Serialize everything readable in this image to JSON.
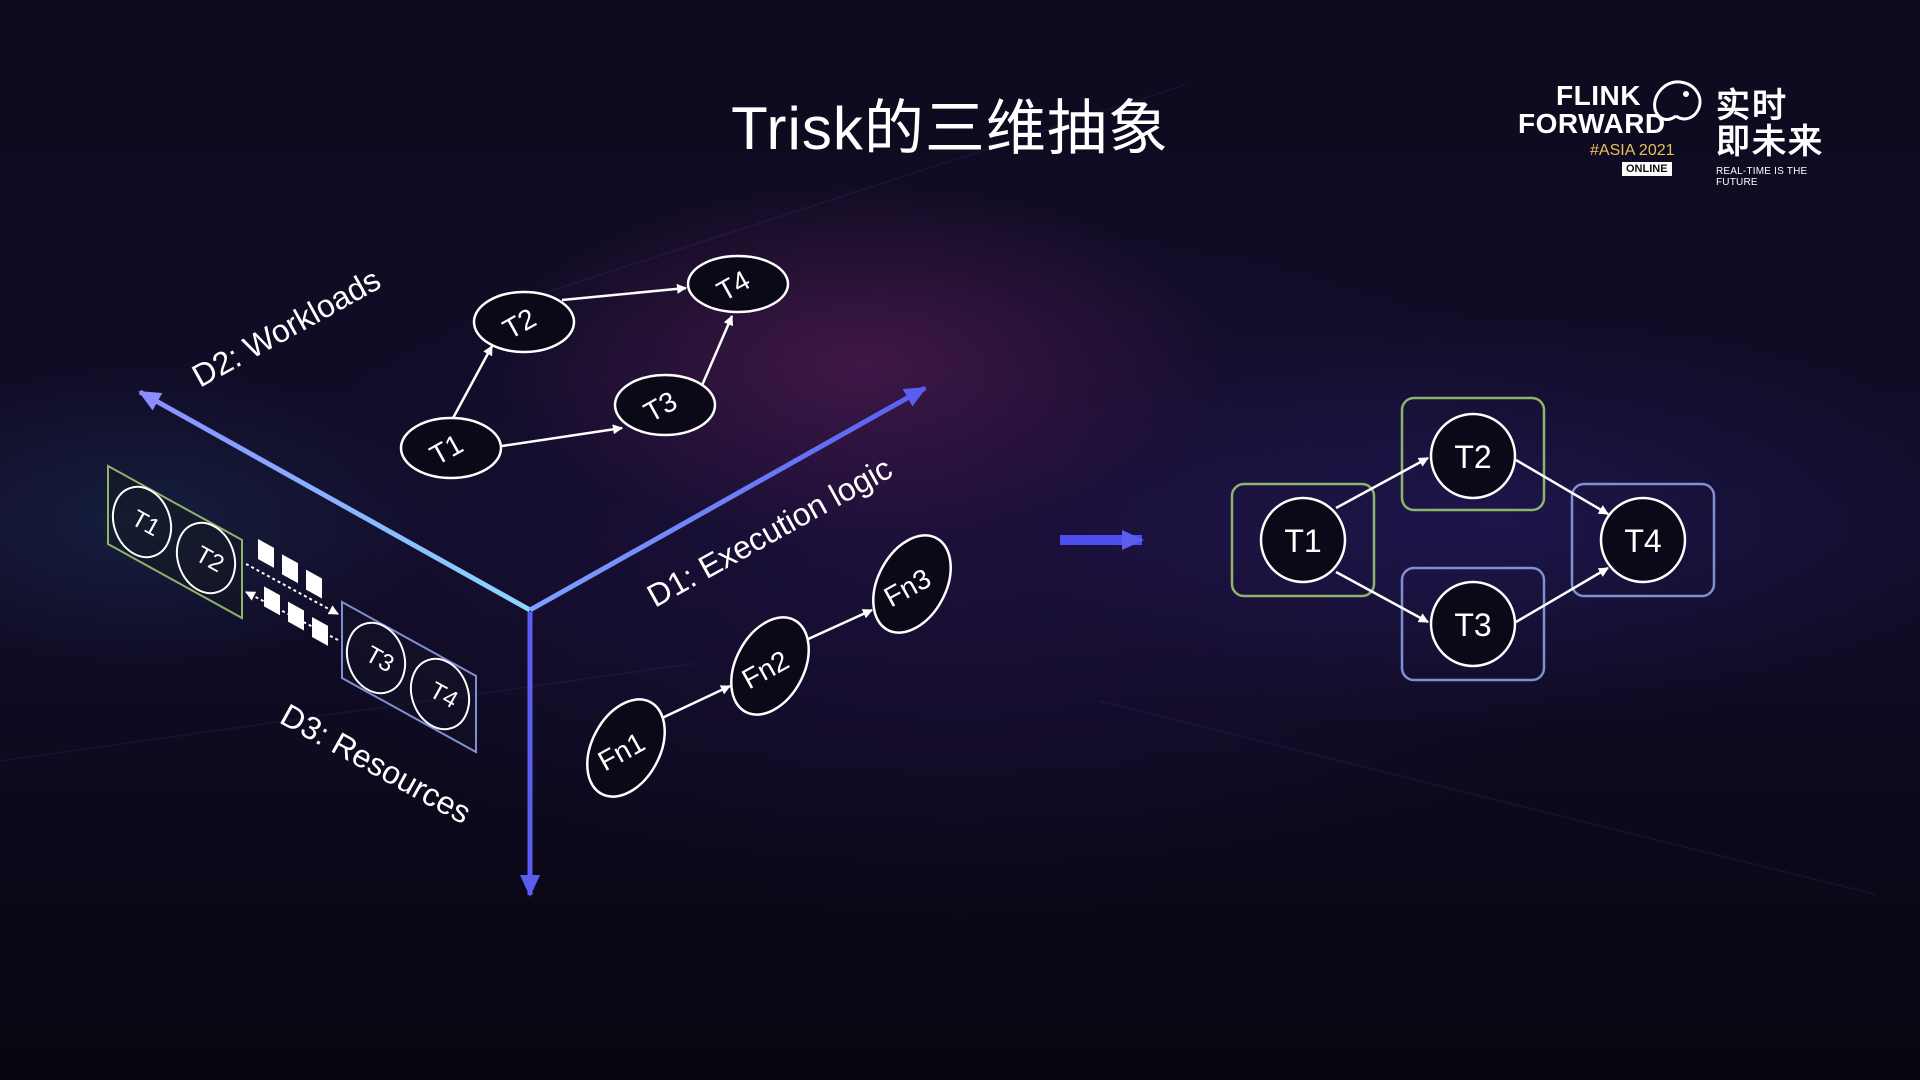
{
  "title": "Trisk的三维抽象",
  "logo": {
    "line1": "FLINK",
    "line2": "FORWARD",
    "line3": "#ASIA 2021",
    "badge": "ONLINE",
    "realtime1": "实时",
    "realtime2": "即未来",
    "realtime_sub": "REAL-TIME IS THE FUTURE"
  },
  "cube": {
    "axes": {
      "d1": "D1: Execution logic",
      "d2": "D2: Workloads",
      "d3": "D3: Resources"
    },
    "workloads": [
      "T1",
      "T2",
      "T3",
      "T4"
    ],
    "functions": [
      "Fn1",
      "Fn2",
      "Fn3"
    ],
    "resource_group_a": [
      "T1",
      "T2"
    ],
    "resource_group_b": [
      "T3",
      "T4"
    ]
  },
  "result_graph": {
    "nodes": [
      "T1",
      "T2",
      "T3",
      "T4"
    ],
    "edges": [
      [
        "T1",
        "T2"
      ],
      [
        "T1",
        "T3"
      ],
      [
        "T2",
        "T4"
      ],
      [
        "T3",
        "T4"
      ]
    ]
  },
  "colors": {
    "green_box": "#8fb36a",
    "blue_box": "#7f8fd0",
    "axis_blue": "#5a5ef0",
    "axis_cyan": "#8ad7ff",
    "arrow_blue": "#4b4ff0"
  }
}
